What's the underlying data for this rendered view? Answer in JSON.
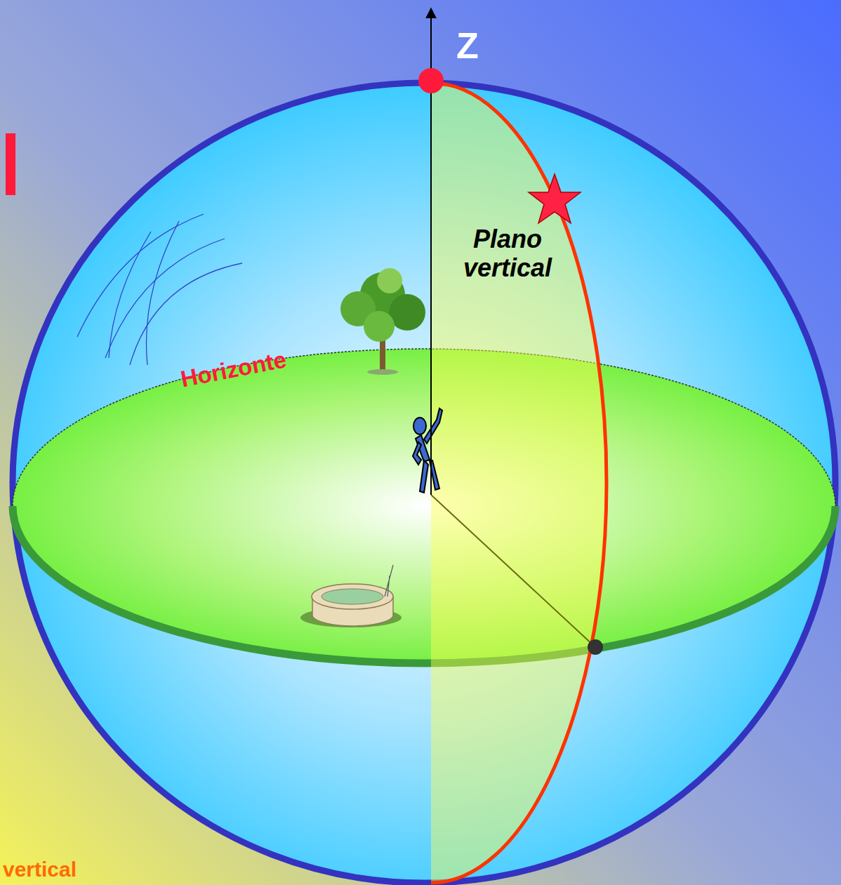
{
  "diagram": {
    "labels": [
      "Z",
      "Plano vertical",
      "Horizonte",
      "vertical"
    ]
  }
}
